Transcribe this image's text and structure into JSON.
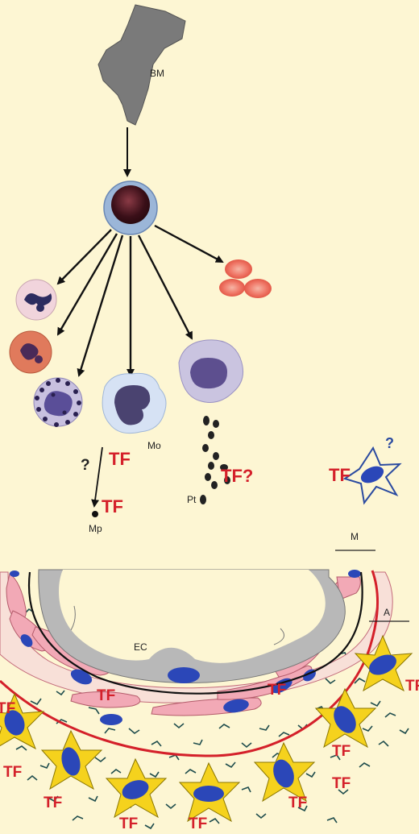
{
  "labels": {
    "bm": "BM",
    "mo": "Mo",
    "mp": "Mp",
    "pt": "Pt",
    "ec": "EC",
    "m": "M",
    "a": "A",
    "tf": "TF",
    "tf_q": "TF?",
    "q": "?"
  },
  "colors": {
    "background": "#fdf6d3",
    "tf_red": "#d4202a",
    "smooth_muscle": "#f2a9b6",
    "nucleus_blue": "#2b47b8",
    "fibroblast_yellow": "#f5d21d",
    "endothelium_grey": "#b8b8b8",
    "bone_grey": "#7a7a7a"
  }
}
